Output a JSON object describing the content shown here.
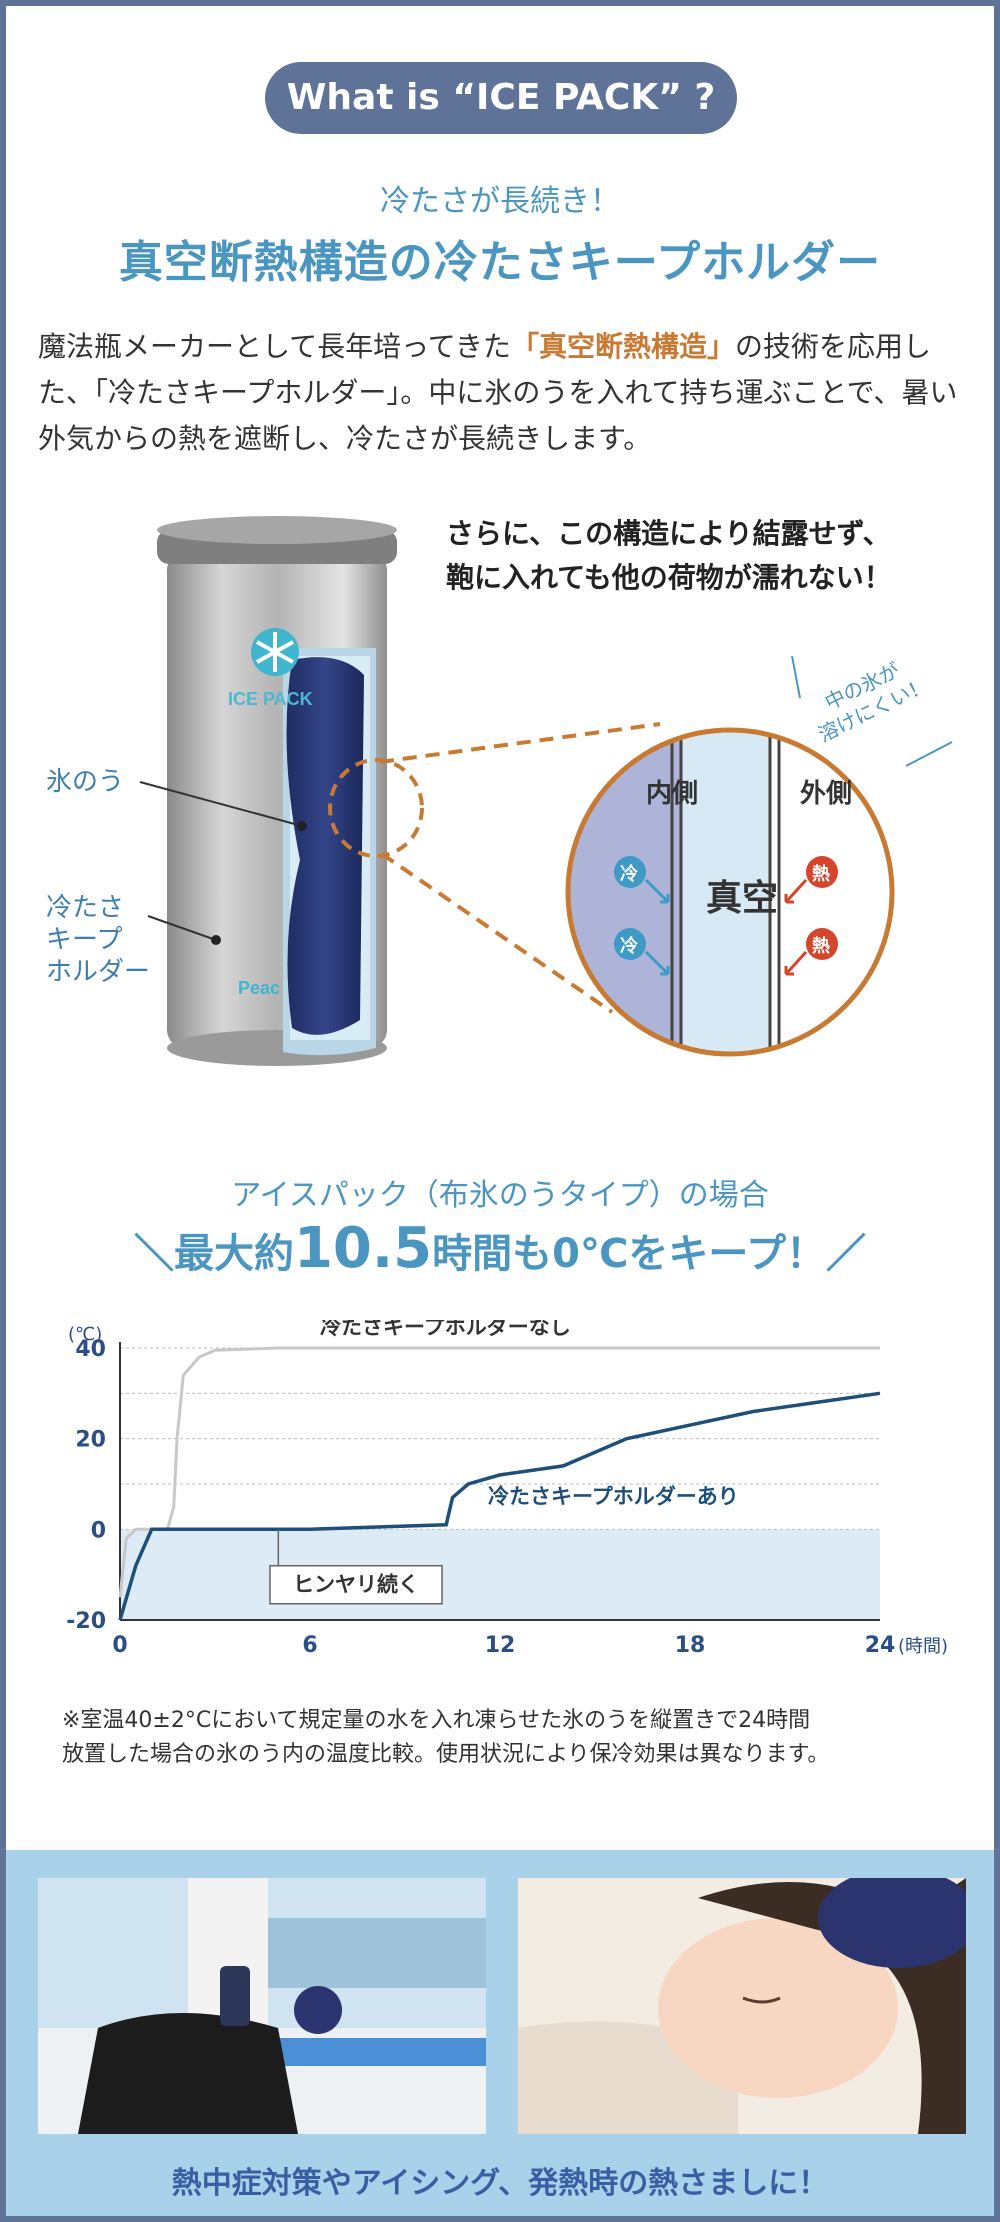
{
  "header": {
    "pill": "What is “ICE PACK” ?"
  },
  "heading": {
    "sub": "冷たさが長続き！",
    "title": "真空断熱構造の冷たさキープホルダー"
  },
  "intro": {
    "part1": "魔法瓶メーカーとして長年培ってきた",
    "highlight": "「真空断熱構造」",
    "part2": "の技術を応用した、「冷たさキープホルダー」。中に氷のうを入れて持ち運ぶことで、暑い外気からの熱を遮断し、冷たさが長続きします。"
  },
  "diagram": {
    "note_line1": "さらに、この構造により結露せず、",
    "note_line2": "鞄に入れても他の荷物が濡れない！",
    "label_icebag": "氷のう",
    "label_holder_1": "冷たさ",
    "label_holder_2": "キープ",
    "label_holder_3": "ホルダー",
    "product_text": "ICE PACK",
    "product_brand": "Peac",
    "inner_label": "内側",
    "vacuum_label": "真空",
    "outer_label": "外側",
    "cold_badge": "冷",
    "heat_badge": "熱",
    "dissolve_line1": "中の氷が",
    "dissolve_line2": "溶けにくい！"
  },
  "section2": {
    "sub": "アイスパック（布氷のうタイプ）の場合",
    "title_pre": "＼最大約",
    "title_num": "10.5",
    "title_post": "時間も0℃をキープ！／"
  },
  "chart_data": {
    "type": "line",
    "ylabel": "(℃)",
    "xlabel": "(時間)",
    "xlim": [
      0,
      24
    ],
    "ylim": [
      -20,
      40
    ],
    "xticks": [
      "0",
      "6",
      "12",
      "18",
      "24"
    ],
    "yticks": [
      "40",
      "20",
      "0",
      "-20"
    ],
    "series": [
      {
        "name": "冷たさキープホルダーなし",
        "color": "#c8c8c8",
        "x": [
          0,
          0.2,
          0.5,
          1,
          1.5,
          1.7,
          1.8,
          2,
          2.5,
          3,
          5,
          10,
          24
        ],
        "y": [
          -15,
          -2,
          0,
          0,
          0,
          5,
          20,
          34,
          38,
          39.5,
          40,
          40,
          40
        ]
      },
      {
        "name": "冷たさキープホルダーあり",
        "color": "#1d4f7a",
        "x": [
          0,
          0.5,
          1,
          2,
          4,
          6,
          8,
          10.3,
          10.5,
          11,
          12,
          14,
          16,
          18,
          20,
          22,
          24
        ],
        "y": [
          -20,
          -8,
          0,
          0,
          0,
          0,
          0.5,
          1,
          7,
          10,
          12,
          14,
          20,
          23,
          26,
          28,
          30
        ]
      }
    ],
    "annotation": "ヒンヤリ続く",
    "grid": "horizontal dashed"
  },
  "footnote": {
    "line1": "※室温40±2°Cにおいて規定量の水を入れ凍らせた氷のうを縦置きで24時間",
    "line2": "放置した場合の氷のう内の温度比較。使用状況により保冷効果は異なります。"
  },
  "bottom": {
    "caption": "熱中症対策やアイシング、発熱時の熱さましに！"
  },
  "colors": {
    "frame": "#5f7297",
    "accent_blue": "#4b96c1",
    "accent_orange": "#c87a33",
    "band": "#a9d2ea"
  }
}
